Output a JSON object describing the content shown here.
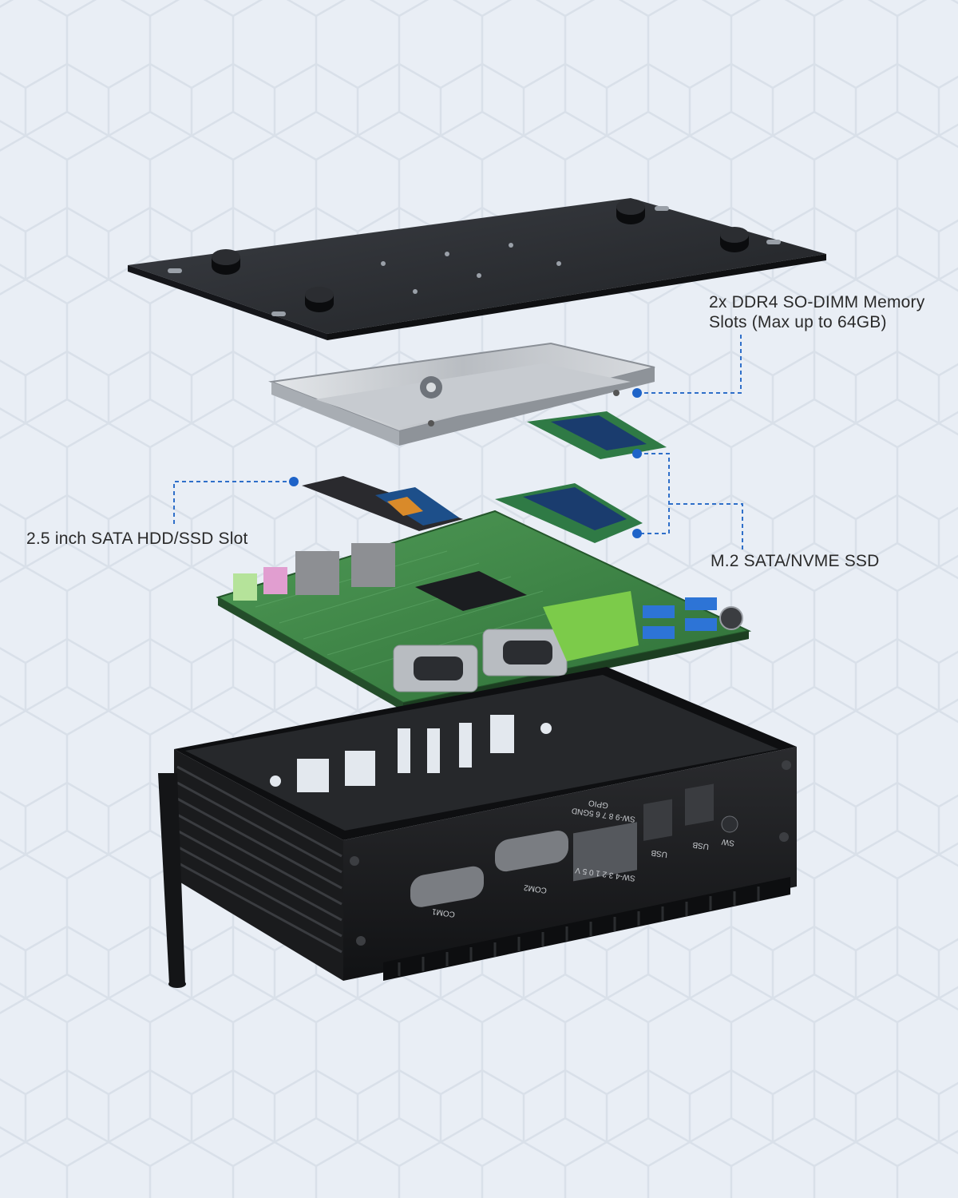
{
  "callouts": {
    "memory_line1": "2x DDR4 SO-DIMM Memory",
    "memory_line2": "Slots (Max up to 64GB)",
    "sata_slot": "2.5 inch SATA HDD/SSD Slot",
    "m2_ssd": "M.2 SATA/NVME SSD"
  },
  "chassis_labels": {
    "com1": "COM1",
    "com2": "COM2",
    "usb_a": "USB",
    "usb_b": "USB",
    "sw": "SW",
    "gpio": "GPIO",
    "gpio_top_row": "SW-9 8 7 6 5GND",
    "gpio_bottom_row": "SW-4 3 2 1 0 5 V"
  },
  "colors": {
    "background": "#e9eef5",
    "hex_pattern": "#d7dee8",
    "callout_line": "#2f6fc9",
    "callout_dot": "#1e63c8",
    "board_green": "#3f8a4a",
    "chassis_black": "#1a1b1d",
    "plate_dark": "#2a2c30",
    "usb_blue": "#2d74d6",
    "gpio_green": "#7ccb4a"
  }
}
